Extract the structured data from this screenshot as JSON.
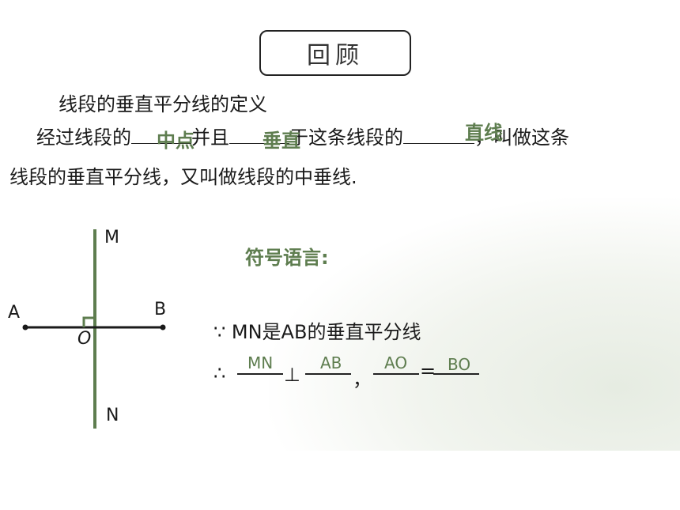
{
  "title": "回顾",
  "definition": {
    "heading": "线段的垂直平分线的定义",
    "line1_a": "经过线段的",
    "line1_b": "并且",
    "line1_c": "于这条线段的",
    "line1_d": "，叫做这条",
    "line2": "线段的垂直平分线，又叫做线段的中垂线.",
    "answers": [
      "中点",
      "垂直",
      "直线"
    ]
  },
  "figure": {
    "point_labels": [
      "M",
      "N",
      "A",
      "B",
      "O"
    ],
    "colors": {
      "perpendicular": "#5e7d4f",
      "segment": "#1a1a1a"
    }
  },
  "symbolic": {
    "heading": "符号语言:",
    "because": "∵ MN是AB的垂直平分线",
    "therefore_symbol": "∴",
    "perp_symbol": "⊥",
    "comma": "，",
    "equals": "=",
    "answers": [
      "MN",
      "AB",
      "AO",
      "BO"
    ]
  },
  "colors": {
    "accent": "#5e7d4f",
    "text": "#1a1a1a"
  }
}
